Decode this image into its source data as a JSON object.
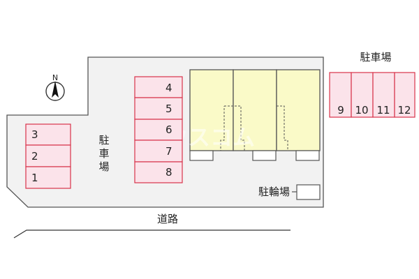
{
  "compass": {
    "label": "N"
  },
  "parking_left": {
    "label_chars": [
      "駐",
      "車",
      "場"
    ],
    "slots": [
      "3",
      "2",
      "1"
    ]
  },
  "parking_center": {
    "slots": [
      "4",
      "5",
      "6",
      "7",
      "8"
    ]
  },
  "parking_right": {
    "label": "駐車場",
    "slots": [
      "9",
      "10",
      "11",
      "12"
    ]
  },
  "bicycle_parking": {
    "label": "駐輪場"
  },
  "road": {
    "label": "道路"
  },
  "watermark": {
    "text": "ハウスコム"
  },
  "colors": {
    "slot_fill": "#fbe3ea",
    "slot_border": "#d8334a",
    "building_fill": "#fafac8",
    "lot_fill": "#f2f2f2",
    "outline": "#555555"
  }
}
